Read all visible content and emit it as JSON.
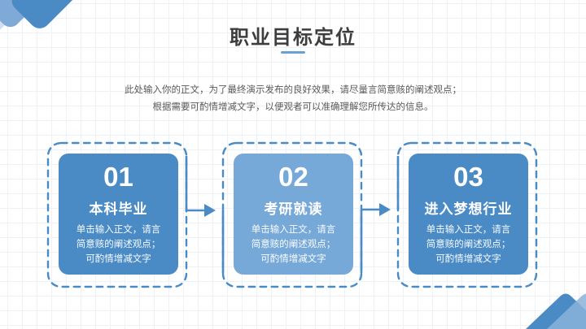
{
  "slide": {
    "title": "职业目标定位",
    "intro_line1": "此处输入你的正文，为了最终演示发布的良好效果，请尽量言简意赅的阐述观点；",
    "intro_line2": "根据需要可酌情增减文字，以便观者可以准确理解您所传达的信息。",
    "steps": [
      {
        "number": "01",
        "title": "本科毕业",
        "line1": "单击输入正文，请言",
        "line2": "简意赅的阐述观点；",
        "line3": "可酌情增减文字"
      },
      {
        "number": "02",
        "title": "考研就读",
        "line1": "单击输入正文，请言",
        "line2": "简意赅的阐述观点；",
        "line3": "可酌情增减文字"
      },
      {
        "number": "03",
        "title": "进入梦想行业",
        "line1": "单击输入正文，请言",
        "line2": "简意赅的阐述观点；",
        "line3": "可酌情增减文字"
      }
    ],
    "colors": {
      "accent": "#4a8bc6",
      "accent_light": "#76a8d8",
      "ribbon_medium": "#7fa9d6",
      "ribbon_pale": "#cfe0ef",
      "title_text": "#3d3d3d",
      "body_text": "#5a5a5a",
      "underline": "#68a1d8"
    }
  }
}
